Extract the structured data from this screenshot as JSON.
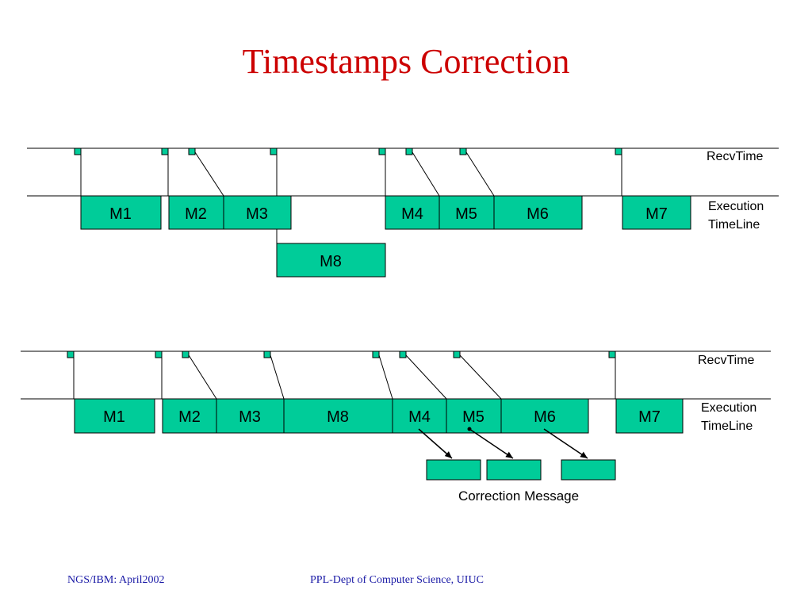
{
  "slide": {
    "title": "Timestamps Correction"
  },
  "labels": {
    "recv": "RecvTime",
    "exec_line1": "Execution",
    "exec_line2": "TimeLine",
    "correction": "Correction Message"
  },
  "top_blocks": [
    "M1",
    "M2",
    "M3",
    "M4",
    "M5",
    "M6",
    "M7",
    "M8"
  ],
  "bottom_blocks": [
    "M1",
    "M2",
    "M3",
    "M8",
    "M4",
    "M5",
    "M6",
    "M7"
  ],
  "colors": {
    "block_fill": "#00cc99",
    "title": "#cc0000",
    "footer": "#1a1aa6"
  },
  "footer": {
    "left": "NGS/IBM: April2002",
    "center": "PPL-Dept of Computer Science, UIUC"
  }
}
